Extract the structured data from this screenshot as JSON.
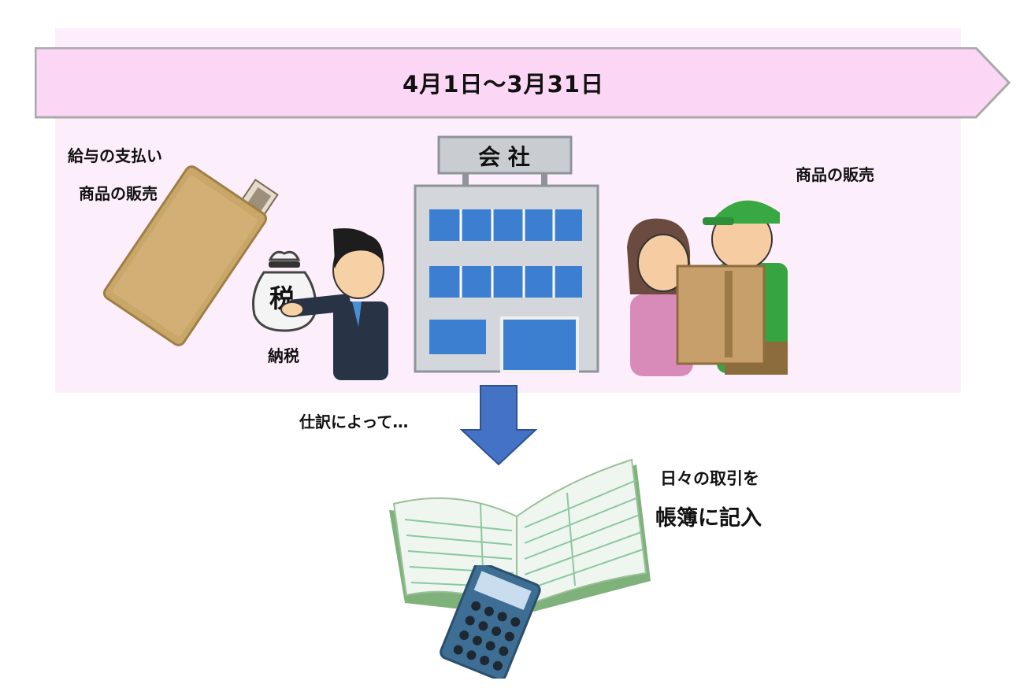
{
  "banner": {
    "period": "4月1日〜3月31日"
  },
  "left_labels": {
    "line1": "給与の支払い",
    "line2": "商品の販売"
  },
  "tax_label": "納税",
  "tax_bag_char": "税",
  "company_sign": "会 社",
  "right_label": "商品の販売",
  "arrow_label": "仕訳によって…",
  "ledger_caption": {
    "line1": "日々の取引を",
    "line2": "帳簿に記入"
  },
  "colors": {
    "panel": "#fdeefb",
    "banner_fill": "#fbd7f5",
    "banner_stroke": "#a9a9a9",
    "arrow": "#4472c4"
  },
  "icons": [
    "pay-envelope-icon",
    "tax-bag-icon",
    "businessman-icon",
    "company-building-icon",
    "delivery-people-icon",
    "down-arrow-icon",
    "ledger-book-icon",
    "calculator-icon"
  ]
}
